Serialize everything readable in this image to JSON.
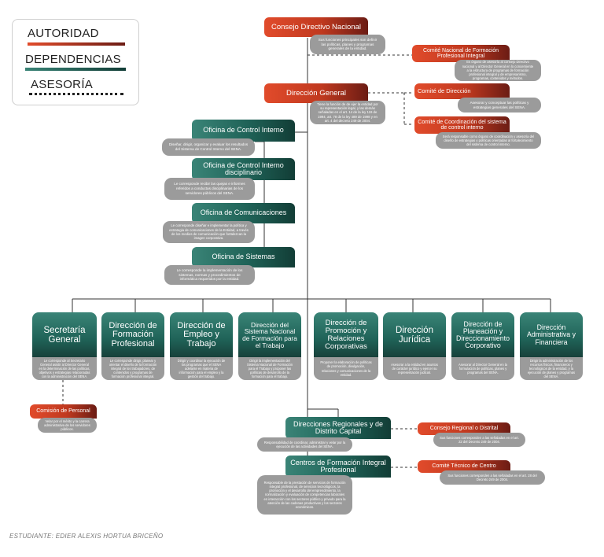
{
  "legend": {
    "authority": "AUTORIDAD",
    "dependencies": "DEPENDENCIAS",
    "advisory": "ASESORÍA"
  },
  "nodes": {
    "consejo": {
      "title": "Consejo Directivo Nacional",
      "desc": "Sus funciones principales son definir las políticas, planes y programas generales de la entidad."
    },
    "comite_nacional": {
      "title": "Comité Nacional de Formación Profesional Integral",
      "desc": "Es órgano de asesoría al consejo Directivo nacional y al Director General en lo concerniente a la estructura de programas de formación profesional integral y de empresarismo, programas, contenidos y métodos."
    },
    "direccion_general": {
      "title": "Dirección General",
      "desc": "Tiene la función de de ejer la entidad por su representación legal, y las demás señaladas en el art. 14 de la ley 119 de 1994, art. 78 de la ley 489 de 1998 y en art. 4 del decreto 249 de 2004."
    },
    "comite_direccion": {
      "title": "Comité de Dirección",
      "desc": "Asesorar y conceptuar las políticas y estrategias generales del SENA."
    },
    "comite_coordinacion": {
      "title": "Comité de Coordinación del sistema de control interno",
      "desc": "Será responsable como órgano de coordinación y asesoría del diseño de estrategias y políticas orientadas al fortalecimiento del sistema de control interno."
    },
    "control_interno": {
      "title": "Oficina de Control Interno",
      "desc": "Diseñar, dirigir, organizar y evaluar los resultados del Sistema de Control Interno del SENA."
    },
    "control_disciplinario": {
      "title": "Oficina de Control Interno disciplinario",
      "desc": "Le corresponde recibir las quejas e informes referidos a conductas disciplinarias de los servidores públicos del SENA."
    },
    "comunicaciones": {
      "title": "Oficina de Comunicaciones",
      "desc": "Le corresponde diseñar e implementar la política y estrategia de comunicaciones de la Entidad, a través de los medios de comunicación que fortalezcan la imagen corporativa."
    },
    "sistemas": {
      "title": "Oficina de Sistemas",
      "desc": "Le corresponde la implementación de los sistemas, normas y procedimientos de informática requeridos por la entidad."
    },
    "secretaria": {
      "title": "Secretaría General",
      "desc": "Le corresponde al Secretario General asistir al Director General en la determinación de las políticas, objetivos y estrategias relacionadas con la administración del SENA."
    },
    "formacion": {
      "title": "Dirección de Formación Profesional",
      "desc": "Le corresponde dirigir, planear y orientar el diseño de la formación integral de los trabajadores, de contenidos y programas de formación profesional integral."
    },
    "empleo": {
      "title": "Dirección de Empleo y Trabajo",
      "desc": "Dirigir y coordinar la ejecución de los programas que el SENA adelante en materia de información para el empleo y la gestión del trabajo."
    },
    "snft": {
      "title": "Dirección del Sistema Nacional de Formación para el Trabajo",
      "desc": "Dirigir la implementación del Sistema Nacional de Formación para el Trabajo y proponer las políticas de desarrollo de la formación para el trabajo."
    },
    "promocion": {
      "title": "Dirección de Promoción y Relaciones Corporativas",
      "desc": "Proponer la elaboración de políticas de promoción, divulgación, relaciones y comunicaciones de la entidad."
    },
    "juridica": {
      "title": "Dirección Jurídica",
      "desc": "Asesorar a la entidad en asuntos de carácter jurídico y ejercer su representación judicial."
    },
    "planeacion": {
      "title": "Dirección de Planeación y Direccionamiento Corporativo",
      "desc": "Asesorar al Director General en la formulación de políticas, planes y programas del SENA."
    },
    "administrativa": {
      "title": "Dirección Administrativa y Financiera",
      "desc": "Dirigir la administración de los recursos físicos, financieros y tecnológicos de la entidad, y la ejecución de planes y programas del SENA."
    },
    "comision": {
      "title": "Comisión de Personal",
      "desc": "Velar por el mérito y la carrera administrativa de los servidores públicos."
    },
    "regionales": {
      "title": "Direcciones Regionales y de Distrito Capital",
      "desc": "Responsabilidad de coordinar, administrar y velar por la ejecución de las actividades del SENA."
    },
    "consejo_regional": {
      "title": "Consejo Regional o Distrital",
      "desc": "Sus funciones corresponden a las señaladas en el art. 22 del Decreto 249 de 2004."
    },
    "centros": {
      "title": "Centros de Formación Integral Profesional",
      "desc": "Responsable de la prestación de servicios de formación integral profesional, de servicios tecnológicos, la promoción y el desarrollo del emprendimiento, la normalización y evaluación de competencias laborales en interacción con los sectores público y privado para la atención de las cadenas productivas y los sectores económicos."
    },
    "comite_tecnico": {
      "title": "Comité Técnico de Centro",
      "desc": "Sus funciones corresponden a las señaladas en el art. 28 del Decreto 249 de 2004."
    }
  },
  "footer": {
    "student": "ESTUDIANTE: EDIER ALEXIS HORTUA BRICEÑO"
  }
}
